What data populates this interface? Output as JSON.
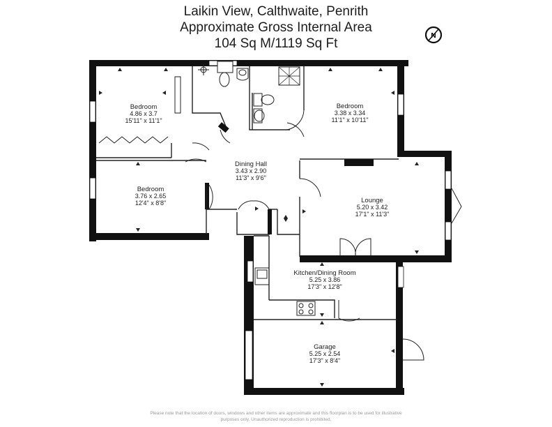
{
  "header": {
    "line1": "Laikin View, Calthwaite, Penrith",
    "line2": "Approximate Gross Internal Area",
    "line3": "104 Sq M/1119 Sq Ft"
  },
  "compass": {
    "letter": "N"
  },
  "rooms": {
    "bedroom1": {
      "name": "Bedroom",
      "metric": "4.86 x 3.7",
      "imperial": "15'11\" x 11'1\""
    },
    "bedroom2": {
      "name": "Bedroom",
      "metric": "3.38 x 3.34",
      "imperial": "11'1\" x 10'11\""
    },
    "bedroom3": {
      "name": "Bedroom",
      "metric": "3.76 x 2.65",
      "imperial": "12'4\" x 8'8\""
    },
    "dining_hall": {
      "name": "Dining Hall",
      "metric": "3.43 x 2.90",
      "imperial": "11'3\" x 9'6\""
    },
    "lounge": {
      "name": "Lounge",
      "metric": "5.20 x 3.42",
      "imperial": "17'1\" x 11'3\""
    },
    "kitchen": {
      "name": "Kitchen/Dining Room",
      "metric": "5.25 x 3.86",
      "imperial": "17'3\" x 12'8\""
    },
    "garage": {
      "name": "Garage",
      "metric": "5.25 x 2.54",
      "imperial": "17'3\" x 8'4\""
    }
  },
  "disclaimer": {
    "line1": "Please note that the location of doors, windows and other items are approximate and this floorplan is to be used for illustrative",
    "line2": "purposes only. Unauthorized reproduction is prohibited."
  },
  "colors": {
    "wall": "#111111",
    "line": "#222222",
    "background": "#ffffff"
  }
}
